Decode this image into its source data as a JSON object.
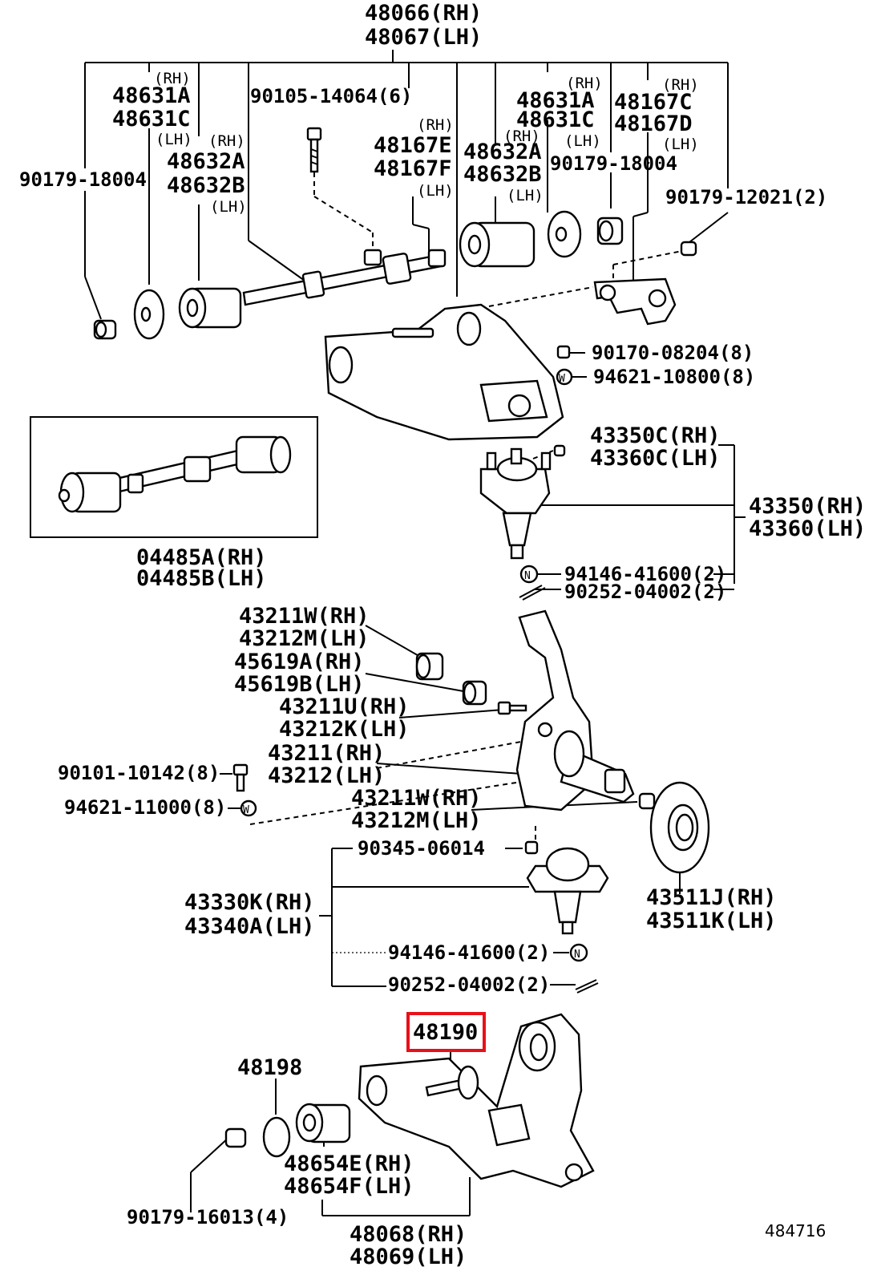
{
  "highlight": {
    "part_no": "48190",
    "color": "#e8101a"
  },
  "page_code": "484716",
  "labels": {
    "upper_arm_rh": "48066(RH)",
    "upper_arm_lh": "48067(LH)",
    "bush_a_rh_tag": "(RH)",
    "bush_a_a": "48631A",
    "bush_a_c": "48631C",
    "bush_a_lh_tag": "(LH)",
    "bush_b_rh_tag": "(RH)",
    "bush_b_a": "48632A",
    "bush_b_b": "48632B",
    "bush_b_lh_tag": "(LH)",
    "nut_left": "90179-18004",
    "bolt_top": "90105-14064(6)",
    "plate_rh_tag": "(RH)",
    "plate_e": "48167E",
    "plate_f": "48167F",
    "plate_lh_tag": "(LH)",
    "bush_b2_rh_tag": "(RH)",
    "bush_b2_a": "48632A",
    "bush_b2_b": "48632B",
    "bush_b2_lh_tag": "(LH)",
    "bush_a2_rh_tag": "(RH)",
    "bush_a2_a": "48631A",
    "bush_a2_c": "48631C",
    "bush_a2_lh_tag": "(LH)",
    "plate2_rh_tag": "(RH)",
    "plate2_c": "48167C",
    "plate2_d": "48167D",
    "plate2_lh_tag": "(LH)",
    "nut_right": "90179-18004",
    "nut_small": "90179-12021(2)",
    "nut_8": "90170-08204(8)",
    "washer_8": "94621-10800(8)",
    "shaft_kit_rh": "04485A(RH)",
    "shaft_kit_lh": "04485B(LH)",
    "ball_upper_rh": "43350C(RH)",
    "ball_upper_lh": "43360C(LH)",
    "ball_upper_asm_rh": "43350(RH)",
    "ball_upper_asm_lh": "43360(LH)",
    "nut_castle_u": "94146-41600(2)",
    "pin_cotter_u": "90252-04002(2)",
    "knuckle_w_rh": "43211W(RH)",
    "knuckle_m_lh": "43212M(LH)",
    "seal_a_rh": "45619A(RH)",
    "seal_b_lh": "45619B(LH)",
    "knuckle_u_rh": "43211U(RH)",
    "knuckle_k_lh": "43212K(LH)",
    "knuckle_rh": "43211(RH)",
    "knuckle_lh": "43212(LH)",
    "bolt_knuckle": "90101-10142(8)",
    "washer_knuckle": "94621-11000(8)",
    "knuckle_w2_rh": "43211W(RH)",
    "knuckle_m2_lh": "43212M(LH)",
    "bolt_ball_lower": "90345-06014",
    "ball_lower_rh": "43330K(RH)",
    "ball_lower_lh": "43340A(LH)",
    "nut_castle_l": "94146-41600(2)",
    "pin_cotter_l": "90252-04002(2)",
    "dust_rh": "43511J(RH)",
    "dust_lh": "43511K(LH)",
    "lower_bolt": "48190",
    "washer_lower": "48198",
    "bush_lower_rh": "48654E(RH)",
    "bush_lower_lh": "48654F(LH)",
    "nut_lower": "90179-16013(4)",
    "lower_arm_rh": "48068(RH)",
    "lower_arm_lh": "48069(LH)"
  }
}
